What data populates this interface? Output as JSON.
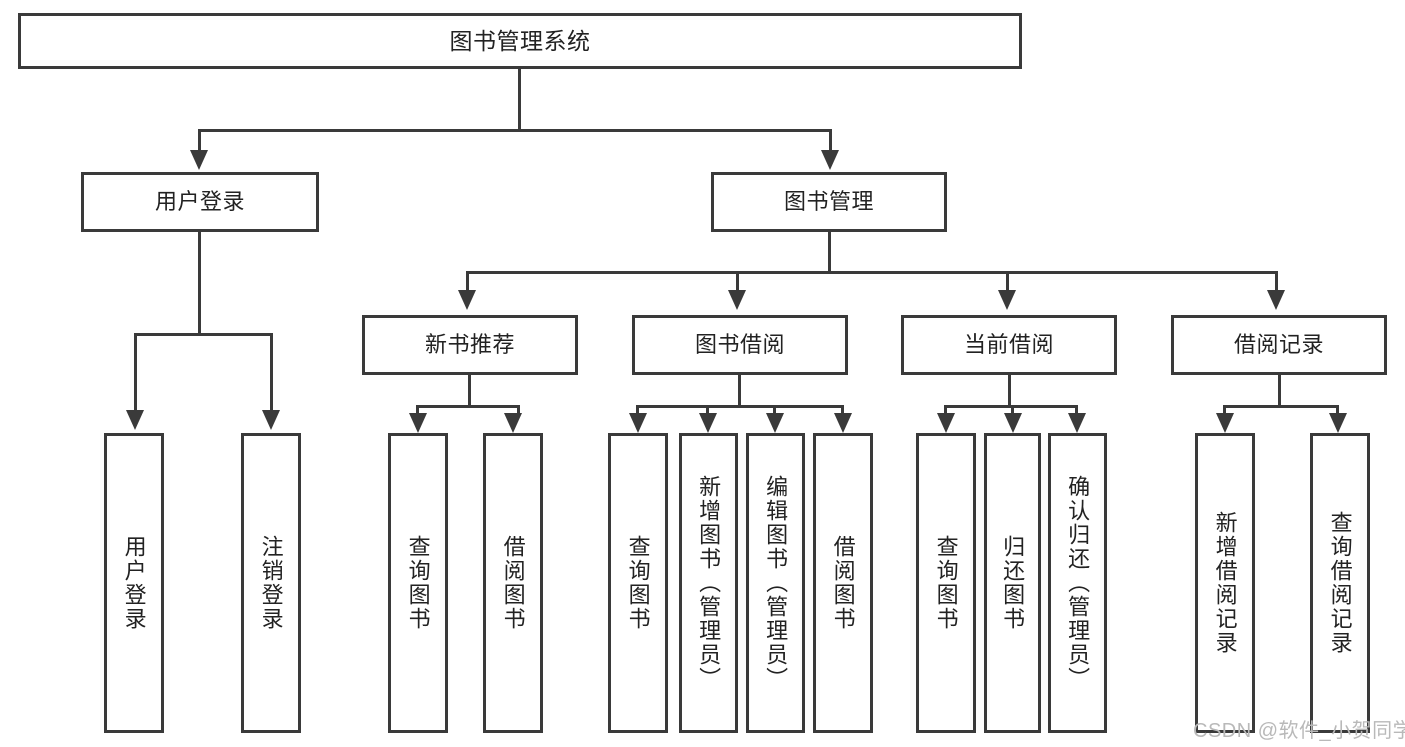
{
  "diagram": {
    "type": "tree-hierarchy",
    "title": "图书管理系统",
    "root": {
      "label": "图书管理系统"
    },
    "level1": [
      {
        "id": "user-login",
        "label": "用户登录"
      },
      {
        "id": "book-management",
        "label": "图书管理"
      }
    ],
    "level2": [
      {
        "id": "new-book-recommend",
        "label": "新书推荐",
        "parent": "book-management"
      },
      {
        "id": "book-borrow",
        "label": "图书借阅",
        "parent": "book-management"
      },
      {
        "id": "current-borrow",
        "label": "当前借阅",
        "parent": "book-management"
      },
      {
        "id": "borrow-record",
        "label": "借阅记录",
        "parent": "book-management"
      }
    ],
    "leaves": [
      {
        "id": "leaf-user-login",
        "label": "用户登录",
        "parent": "user-login"
      },
      {
        "id": "leaf-logout-login",
        "label": "注销登录",
        "parent": "user-login"
      },
      {
        "id": "leaf-query-book-1",
        "label": "查询图书",
        "parent": "new-book-recommend"
      },
      {
        "id": "leaf-borrow-book-1",
        "label": "借阅图书",
        "parent": "new-book-recommend"
      },
      {
        "id": "leaf-query-book-2",
        "label": "查询图书",
        "parent": "book-borrow"
      },
      {
        "id": "leaf-add-book",
        "label": "新增图书（管理员）",
        "parent": "book-borrow"
      },
      {
        "id": "leaf-edit-book",
        "label": "编辑图书（管理员）",
        "parent": "book-borrow"
      },
      {
        "id": "leaf-borrow-book-2",
        "label": "借阅图书",
        "parent": "book-borrow"
      },
      {
        "id": "leaf-query-book-3",
        "label": "查询图书",
        "parent": "current-borrow"
      },
      {
        "id": "leaf-return-book",
        "label": "归还图书",
        "parent": "current-borrow"
      },
      {
        "id": "leaf-confirm-return",
        "label": "确认归还（管理员）",
        "parent": "current-borrow"
      },
      {
        "id": "leaf-add-record",
        "label": "新增借阅记录",
        "parent": "borrow-record"
      },
      {
        "id": "leaf-query-record",
        "label": "查询借阅记录",
        "parent": "borrow-record"
      }
    ],
    "watermark": "CSDN @软件_小贺同学",
    "colors": {
      "stroke": "#3a3a3a",
      "background": "#ffffff",
      "text": "#222222",
      "watermark": "#b9b9b9"
    }
  }
}
